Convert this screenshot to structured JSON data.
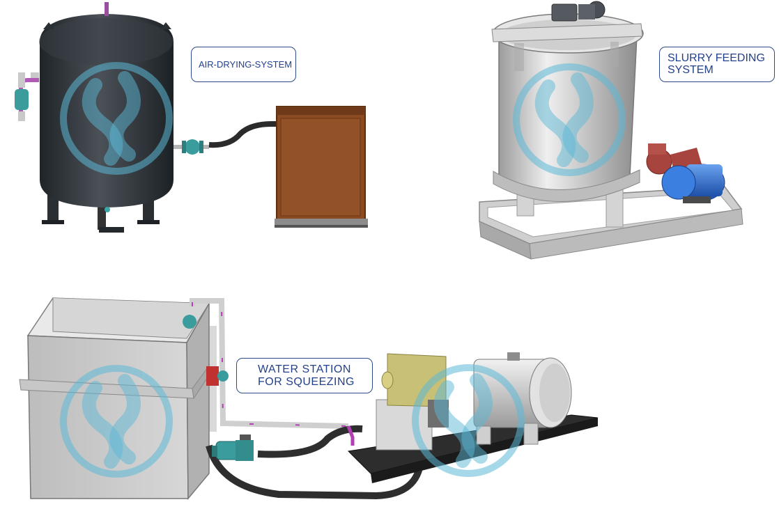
{
  "labels": {
    "air_drying": "AIR-DRYING-SYSTEM",
    "slurry_feeding": "SLURRY FEEDING\nSYSTEM",
    "water_station": "WATER  STATION\nFOR  SQUEEZING"
  },
  "colors": {
    "label_border": "#2c4a8c",
    "label_text": "#23408a",
    "watermark": "#5bb8d6",
    "tank_dark": "#2e3338",
    "cooler_brown": "#8a4b22",
    "steel": "#c9c9c9",
    "motor_blue": "#2f6fd0",
    "pump_red": "#a6443d",
    "valve_teal": "#3a9c9c",
    "pipe_purple": "#b23fb3"
  },
  "icons": [
    "watermark-logo-icon"
  ]
}
